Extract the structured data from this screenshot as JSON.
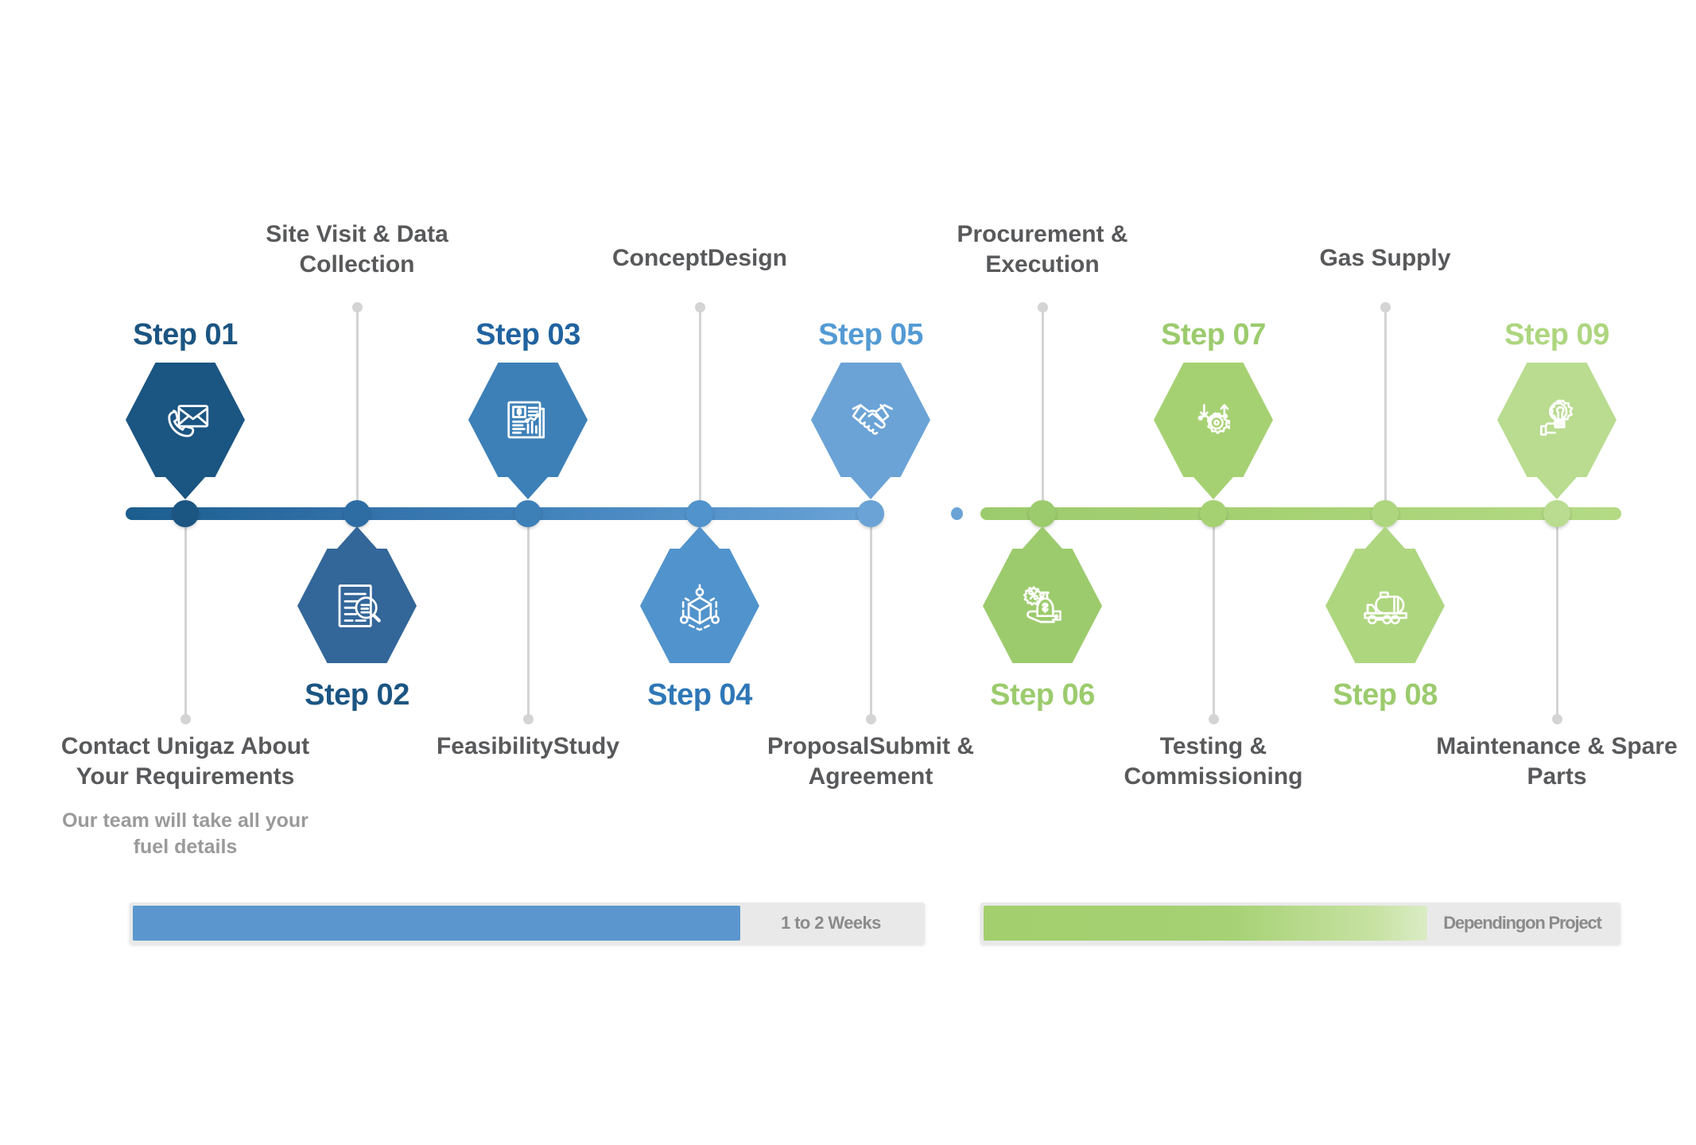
{
  "diagram": {
    "type": "process-timeline",
    "orientation": "horizontal",
    "phases": [
      {
        "id": "blue-phase",
        "accent": "#2e6da4",
        "steps": [
          "01",
          "02",
          "03",
          "04",
          "05"
        ]
      },
      {
        "id": "green-phase",
        "accent": "#9ccb6d",
        "steps": [
          "06",
          "07",
          "08",
          "09"
        ]
      }
    ]
  },
  "steps": [
    {
      "number": "Step 01",
      "title": "Contact Unigaz About Your Requirements",
      "subtitle": "Our team will take all your fuel details",
      "icon": "phone-envelope-icon",
      "color": "#1b5582",
      "number_color": "#1b5582",
      "side": "above",
      "label_side": "below"
    },
    {
      "number": "Step 02",
      "title": "Site Visit & Data Collection",
      "subtitle": "",
      "icon": "document-magnifier-icon",
      "color": "#336699",
      "number_color": "#1b5582",
      "side": "below",
      "label_side": "above"
    },
    {
      "number": "Step 03",
      "title": "FeasibilityStudy",
      "subtitle": "",
      "icon": "financial-report-icon",
      "color": "#3d80b8",
      "number_color": "#2163a0",
      "side": "above",
      "label_side": "below"
    },
    {
      "number": "Step 04",
      "title": "ConceptDesign",
      "subtitle": "",
      "icon": "3d-cube-network-icon",
      "color": "#5193cc",
      "number_color": "#2e77b7",
      "side": "below",
      "label_side": "above"
    },
    {
      "number": "Step 05",
      "title": "ProposalSubmit & Agreement",
      "subtitle": "",
      "icon": "handshake-icon",
      "color": "#6ba3d6",
      "number_color": "#539ad4",
      "side": "above",
      "label_side": "below"
    },
    {
      "number": "Step 06",
      "title": "Procurement & Execution",
      "subtitle": "",
      "icon": "money-bag-discount-icon",
      "color": "#9ccb6d",
      "number_color": "#9ccb6d",
      "side": "below",
      "label_side": "above"
    },
    {
      "number": "Step 07",
      "title": "Testing & Commissioning",
      "subtitle": "",
      "icon": "gear-analytics-icon",
      "color": "#a6d173",
      "number_color": "#9ccb6d",
      "side": "above",
      "label_side": "below"
    },
    {
      "number": "Step 08",
      "title": "Gas Supply",
      "subtitle": "",
      "icon": "tanker-truck-icon",
      "color": "#aed67f",
      "number_color": "#9ccb6d",
      "side": "below",
      "label_side": "above"
    },
    {
      "number": "Step 09",
      "title": "Maintenance & Spare Parts",
      "subtitle": "",
      "icon": "hand-gear-wrench-icon",
      "color": "#b9dc90",
      "number_color": "#aed67f",
      "side": "above",
      "label_side": "below"
    }
  ],
  "duration_bars": [
    {
      "id": "blue-duration",
      "label": "1 to 2 Weeks",
      "fill_percent": 77,
      "color": "#5b97ce"
    },
    {
      "id": "green-duration",
      "label": "Dependingon Project",
      "fill_percent": 70,
      "color": "#a3cf6e"
    }
  ]
}
